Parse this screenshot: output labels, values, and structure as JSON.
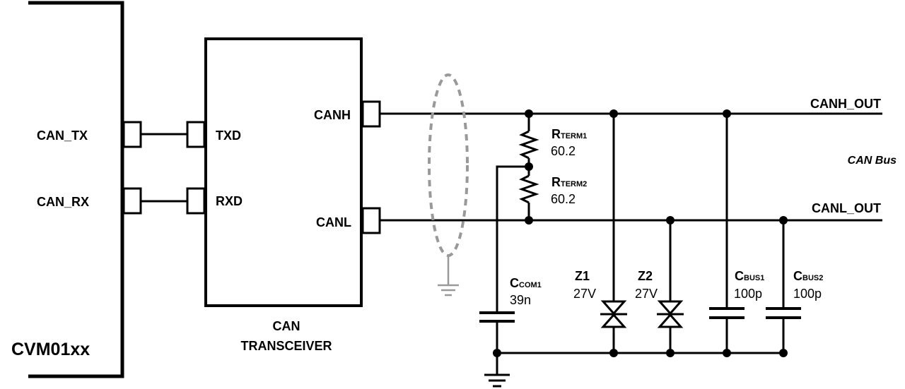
{
  "mcu": {
    "name": "CVM01xx",
    "pin_tx": "CAN_TX",
    "pin_rx": "CAN_RX"
  },
  "transceiver": {
    "line1": "CAN",
    "line2": "TRANSCEIVER",
    "pin_txd": "TXD",
    "pin_rxd": "RXD",
    "pin_canh": "CANH",
    "pin_canl": "CANL"
  },
  "bus": {
    "canh_out": "CANH_OUT",
    "canl_out": "CANL_OUT",
    "label": "CAN Bus"
  },
  "components": {
    "rterm1": {
      "main": "R",
      "sub": "TERM1",
      "value": "60.2"
    },
    "rterm2": {
      "main": "R",
      "sub": "TERM2",
      "value": "60.2"
    },
    "ccom1": {
      "main": "C",
      "sub": "COM1",
      "value": "39n"
    },
    "z1": {
      "name": "Z1",
      "value": "27V"
    },
    "z2": {
      "name": "Z2",
      "value": "27V"
    },
    "cbus1": {
      "main": "C",
      "sub": "BUS1",
      "value": "100p"
    },
    "cbus2": {
      "main": "C",
      "sub": "BUS2",
      "value": "100p"
    }
  }
}
